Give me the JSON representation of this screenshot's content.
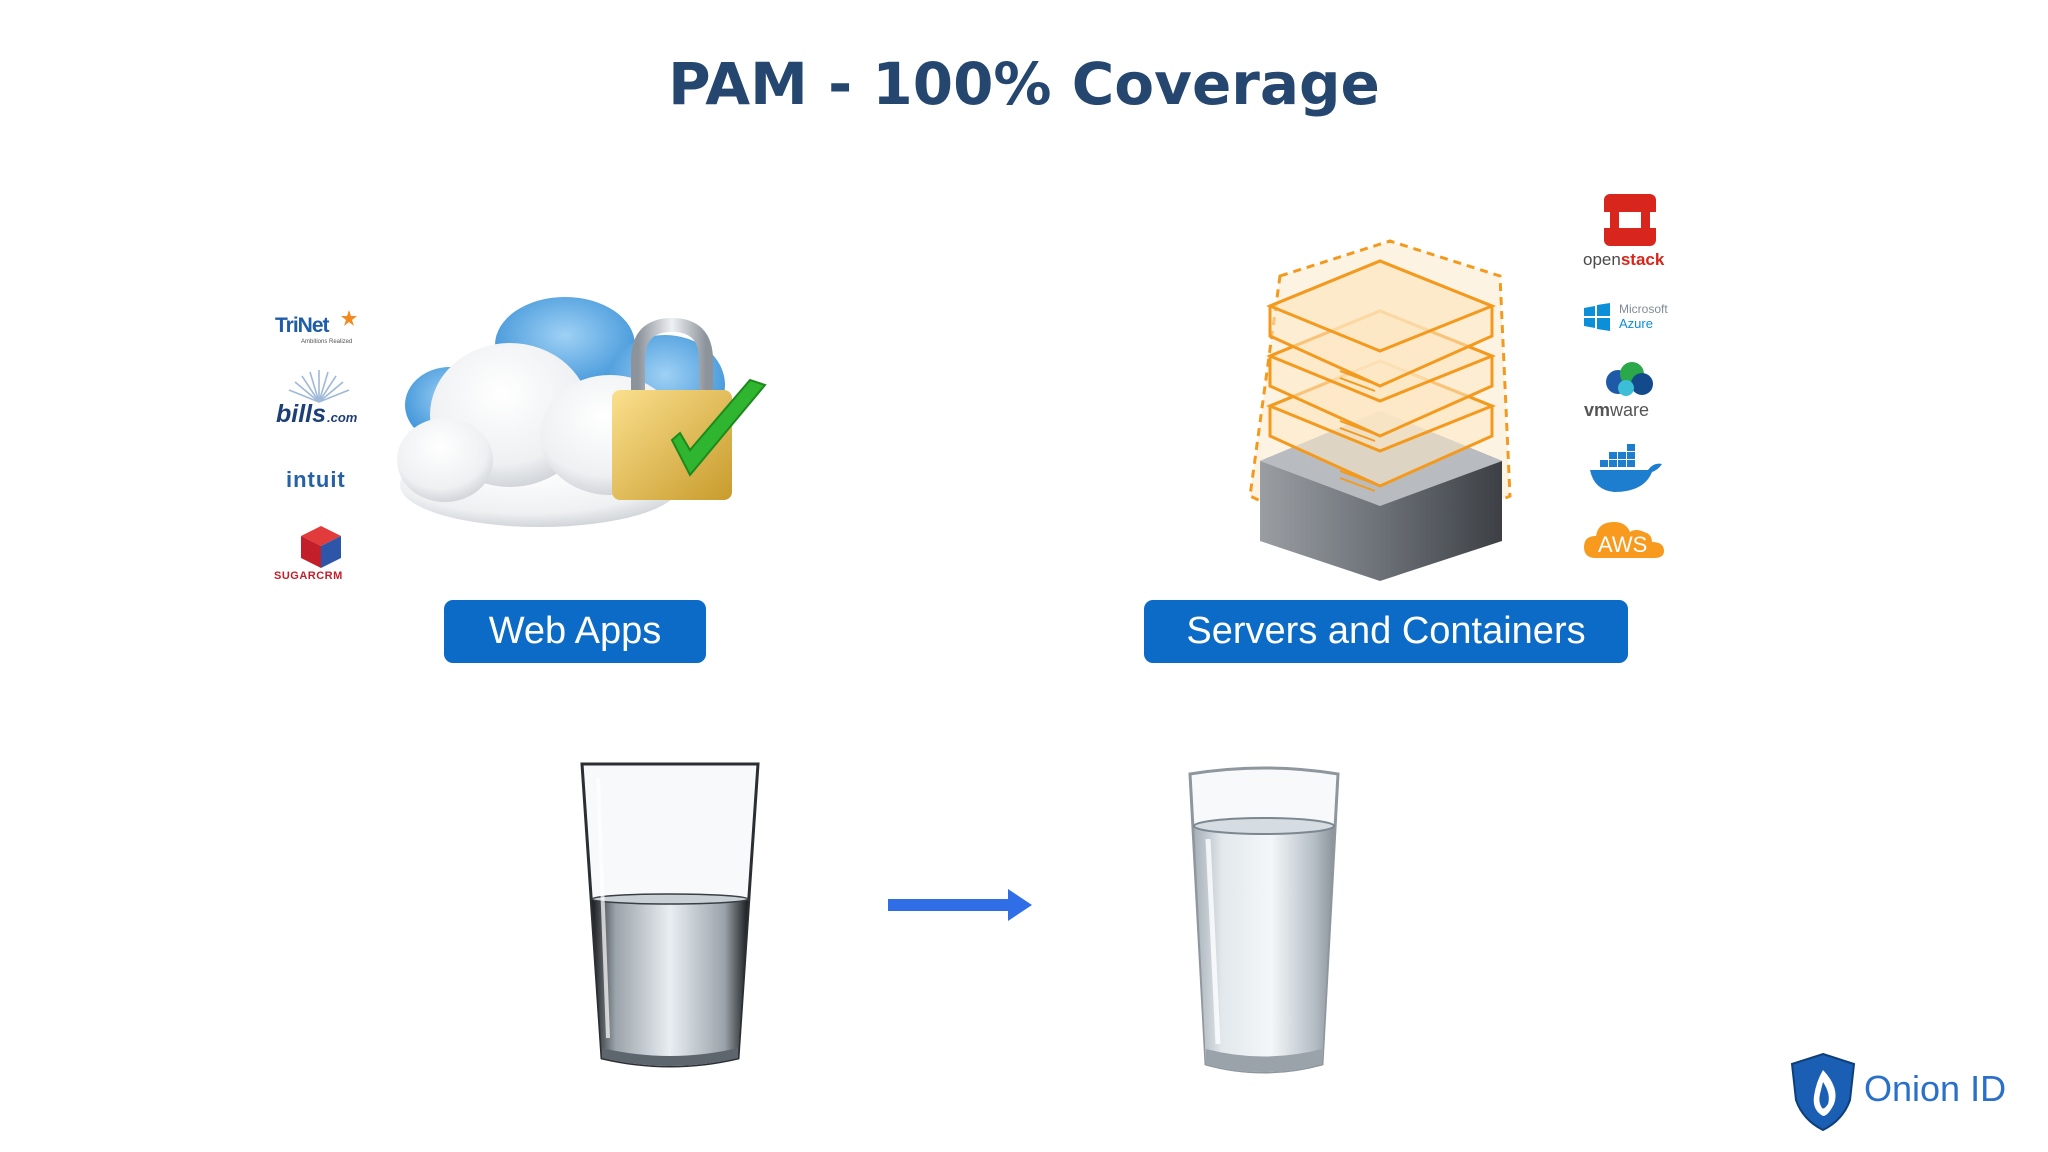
{
  "slide": {
    "title": "PAM - 100% Coverage"
  },
  "web_apps": {
    "label": "Web Apps",
    "logos": [
      {
        "name": "trinet-logo",
        "text": "TriNet",
        "tagline": "Ambitions Realized"
      },
      {
        "name": "bills-logo",
        "text": "bills",
        "suffix": ".com"
      },
      {
        "name": "intuit-logo",
        "text": "intuit"
      },
      {
        "name": "sugarcrm-logo",
        "text": "SUGARCRM"
      }
    ]
  },
  "servers": {
    "label": "Servers and Containers",
    "logos": [
      {
        "name": "openstack-logo",
        "text_a": "open",
        "text_b": "stack"
      },
      {
        "name": "azure-logo",
        "text_a": "Microsoft",
        "text_b": "Azure"
      },
      {
        "name": "vmware-logo",
        "text_a": "vm",
        "text_b": "ware"
      },
      {
        "name": "docker-logo"
      },
      {
        "name": "aws-logo",
        "text": "AWS"
      }
    ]
  },
  "brand": {
    "name": "Onion ID"
  },
  "colors": {
    "title": "#24466f",
    "pill": "#0b6bc6",
    "arrow": "#2f6ee6",
    "server_orange": "#f39a1e"
  },
  "glasses": {
    "left_fill_level": 0.5,
    "right_fill_level": 0.85
  }
}
